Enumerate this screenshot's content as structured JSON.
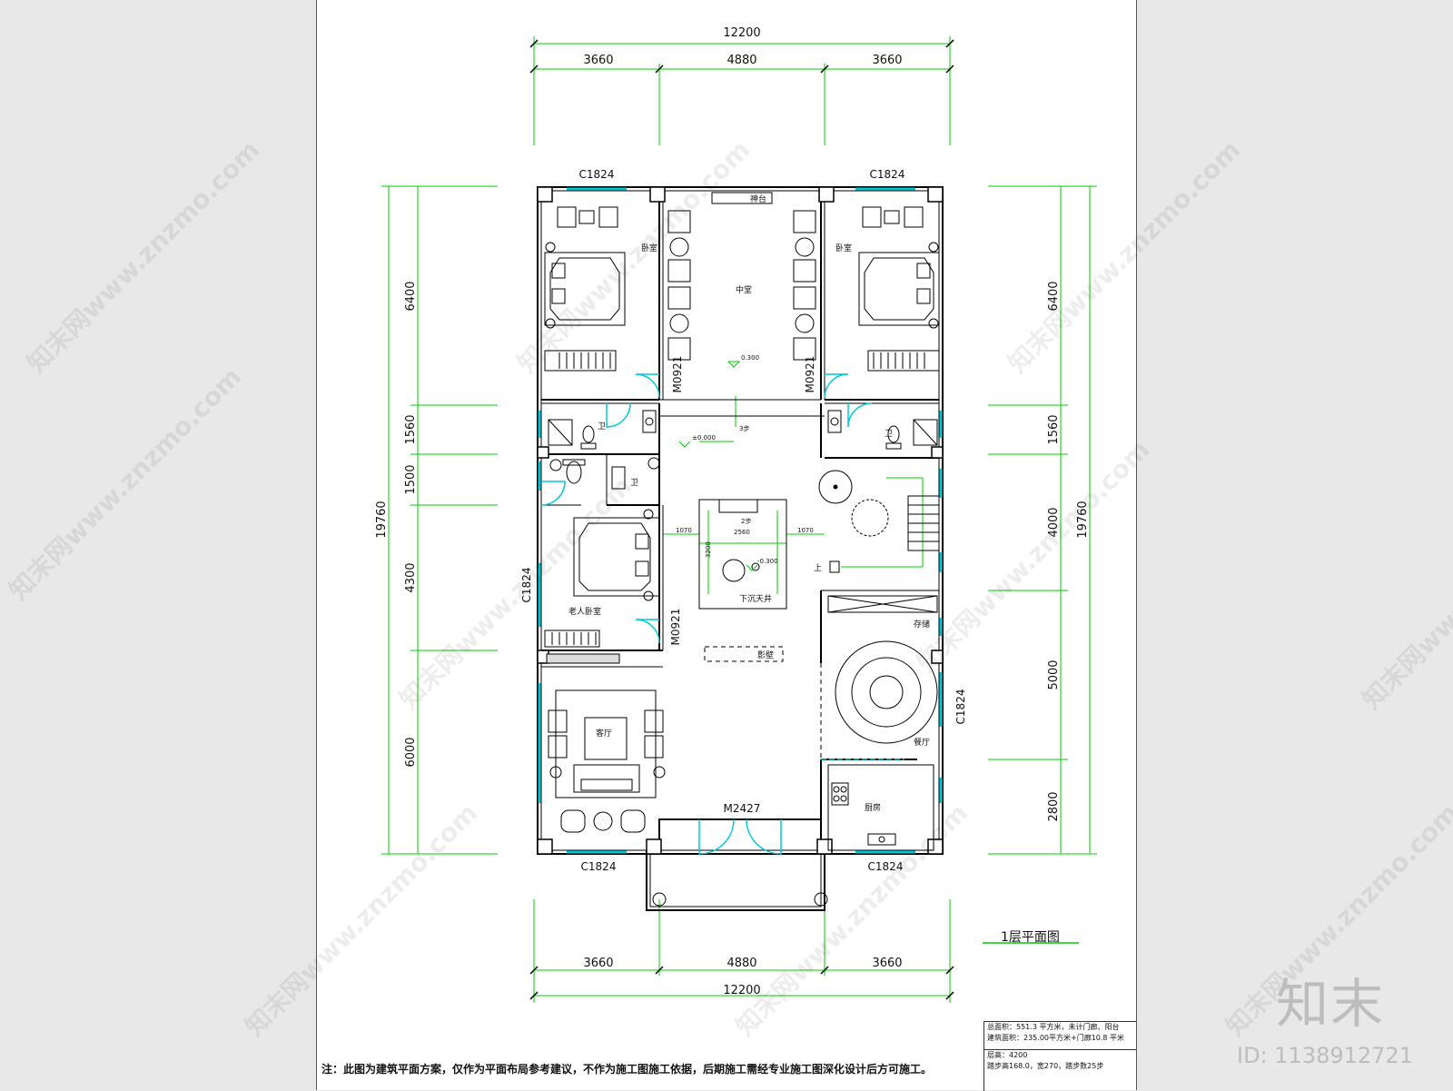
{
  "sheet_title": "1层平面图",
  "dimensions": {
    "overall_width": "12200",
    "bays": [
      "3660",
      "4880",
      "3660"
    ],
    "overall_depth": "19760",
    "left_rows": [
      "6400",
      "1560",
      "1500",
      "4300",
      "6000"
    ],
    "right_rows": [
      "6400",
      "1560",
      "4000",
      "5000",
      "2800"
    ]
  },
  "rooms": {
    "bedroom_left": "卧室",
    "bedroom_right": "卧室",
    "hall": "中堂",
    "altar": "神台",
    "bath_left": "卫",
    "bath_right": "卫",
    "bath_small": "卫",
    "elder_bedroom": "老人卧室",
    "courtyard": "下沉天井",
    "screen_wall": "影壁",
    "storage": "存储",
    "dining": "餐厅",
    "living": "客厅",
    "kitchen": "厨房",
    "stair_up": "上"
  },
  "openings": {
    "window_top_left": "C1824",
    "window_top_right": "C1824",
    "window_left": "C1824",
    "window_right": "C1824",
    "window_bottom_left": "C1824",
    "window_bottom_right": "C1824",
    "door_hall_left": "M0921",
    "door_hall_right": "M0921",
    "door_elder": "M0921",
    "door_main": "M2427"
  },
  "levels": {
    "hall": "0.300",
    "corridor": "±0.000",
    "courtyard": "-0.300",
    "step_hall": "3步",
    "step_court": "2步"
  },
  "courtyard_dims": {
    "left_gap": "1070",
    "width": "2560",
    "right_gap": "1070",
    "depth": "3200"
  },
  "note": "注：此图为建筑平面方案，仅作为平面布局参考建议，不作为施工图施工依据，后期施工需经专业施工图深化设计后方可施工。",
  "info": {
    "total_area_label": "总面积：",
    "total_area": "551.3 平方米，未计门廊、阳台",
    "build_area_label": "建筑面积：",
    "build_area": "235.00平方米+门廊10.8 平米",
    "floor_height_label": "层高：",
    "floor_height": "4200",
    "steps": "踏步高168.0，宽270，踏步数25步"
  },
  "watermark": {
    "text": "知末网www.znzmo.com",
    "brand": "知末",
    "id": "ID: 1138912721"
  },
  "colors": {
    "wall": "#000000",
    "dimension": "#00cc00",
    "window": "#00c8d8"
  }
}
